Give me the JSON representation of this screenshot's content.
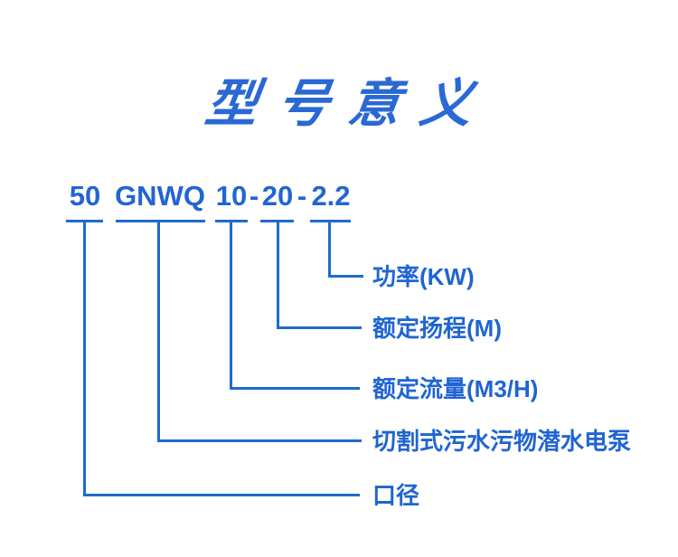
{
  "page": {
    "title": "型号意义"
  },
  "model": {
    "full_code": "50 GNWQ 10-20-2.2",
    "segments": [
      {
        "text": "50"
      },
      {
        "text": "GNWQ"
      },
      {
        "text": "10"
      },
      {
        "text": "-"
      },
      {
        "text": "20"
      },
      {
        "text": "-"
      },
      {
        "text": "2.2"
      }
    ]
  },
  "branches": [
    {
      "code": "2.2",
      "label": "功率(KW)"
    },
    {
      "code": "20",
      "label": "额定扬程(M)"
    },
    {
      "code": "10",
      "label": "额定流量(M3/H)"
    },
    {
      "code": "GNWQ",
      "label": "切割式污水污物潜水电泵"
    },
    {
      "code": "50",
      "label": "口径"
    }
  ],
  "colors": {
    "accent_blue": "#2264d3",
    "line_blue": "#1e6ace",
    "background": "#ffffff"
  }
}
